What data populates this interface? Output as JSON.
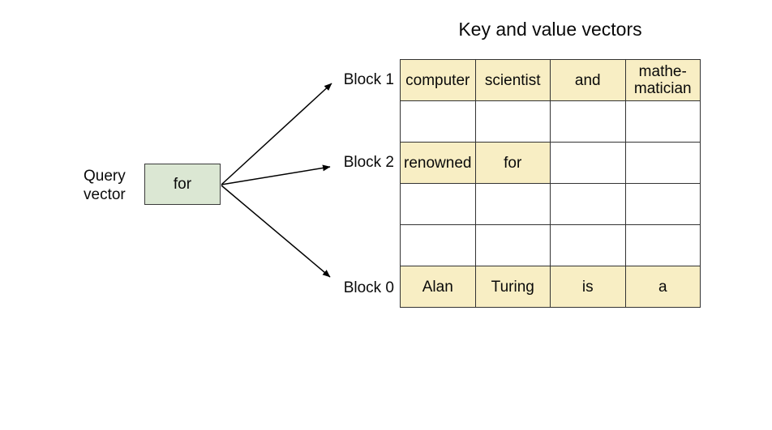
{
  "title": "Key and value vectors",
  "query": {
    "label": "Query vector",
    "value": "for"
  },
  "block_labels": [
    "Block 1",
    "Block 2",
    "Block 0"
  ],
  "table": {
    "columns": 4,
    "rows": [
      {
        "cells": [
          "computer",
          "scientist",
          "and",
          "mathe-\nmatician"
        ],
        "highlight": [
          true,
          true,
          true,
          true
        ]
      },
      {
        "cells": [
          "",
          "",
          "",
          ""
        ],
        "highlight": [
          false,
          false,
          false,
          false
        ]
      },
      {
        "cells": [
          "renowned",
          "for",
          "",
          ""
        ],
        "highlight": [
          true,
          true,
          false,
          false
        ]
      },
      {
        "cells": [
          "",
          "",
          "",
          ""
        ],
        "highlight": [
          false,
          false,
          false,
          false
        ]
      },
      {
        "cells": [
          "",
          "",
          "",
          ""
        ],
        "highlight": [
          false,
          false,
          false,
          false
        ]
      },
      {
        "cells": [
          "Alan",
          "Turing",
          "is",
          "a"
        ],
        "highlight": [
          true,
          true,
          true,
          true
        ]
      }
    ]
  },
  "colors": {
    "cell_highlight": "#f8eec4",
    "query_box_fill": "#dbe7d3",
    "table_border": "#333333",
    "arrow": "#000000"
  }
}
